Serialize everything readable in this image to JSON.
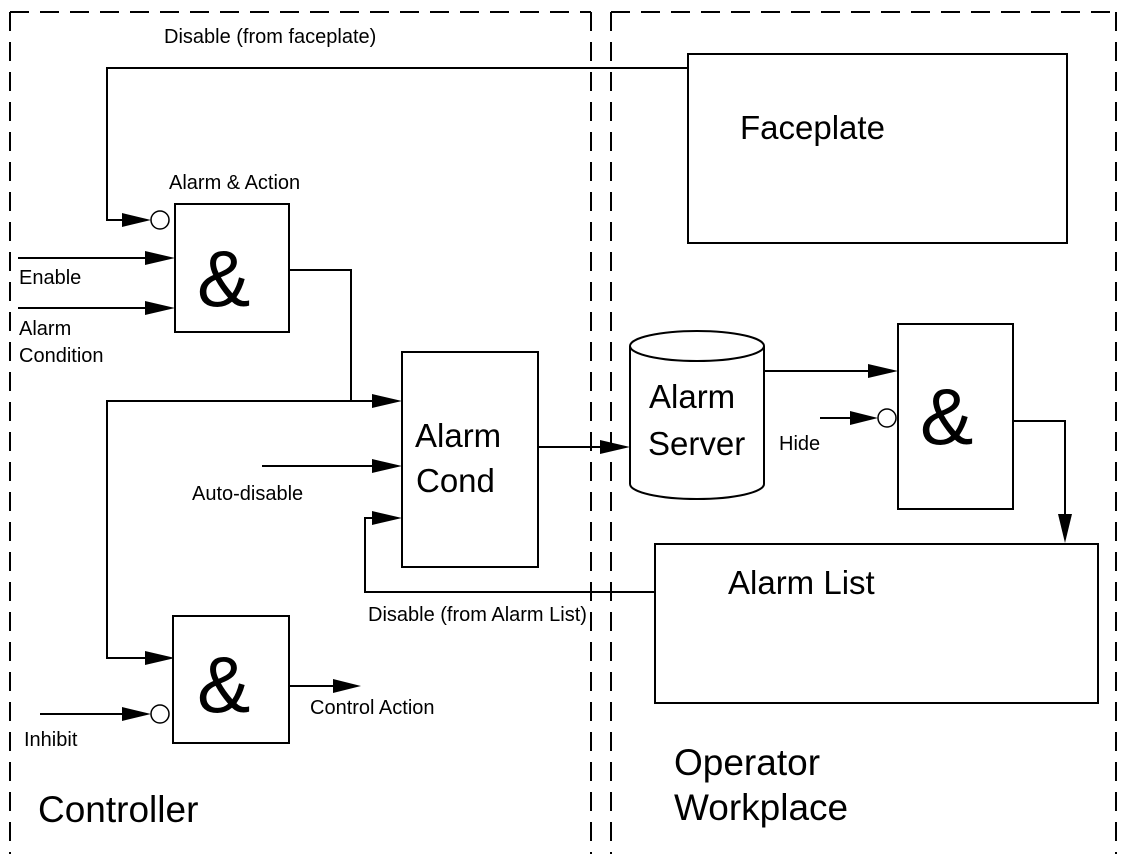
{
  "regions": {
    "controller": "Controller",
    "operator_line1": "Operator",
    "operator_line2": "Workplace"
  },
  "blocks": {
    "faceplate": "Faceplate",
    "alarm_action_caption": "Alarm & Action",
    "and_symbol": "&",
    "alarm_cond_line1": "Alarm",
    "alarm_cond_line2": "Cond",
    "alarm_server_line1": "Alarm",
    "alarm_server_line2": "Server",
    "alarm_list": "Alarm List"
  },
  "signals": {
    "disable_from_faceplate": "Disable (from faceplate)",
    "enable": "Enable",
    "alarm_condition_line1": "Alarm",
    "alarm_condition_line2": "Condition",
    "auto_disable": "Auto-disable",
    "disable_from_alarm_list": "Disable (from Alarm List)",
    "inhibit": "Inhibit",
    "control_action": "Control Action",
    "hide": "Hide"
  }
}
